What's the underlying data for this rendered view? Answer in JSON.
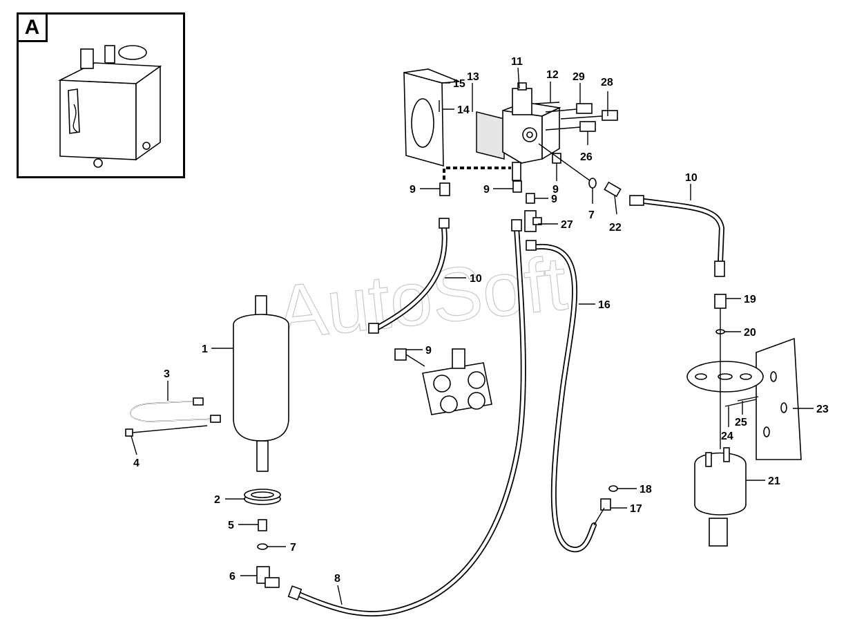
{
  "inset": {
    "label": "A"
  },
  "watermark": "AutoSoft",
  "callouts": [
    {
      "id": "c1",
      "text": "1"
    },
    {
      "id": "c2",
      "text": "2"
    },
    {
      "id": "c3",
      "text": "3"
    },
    {
      "id": "c4",
      "text": "4"
    },
    {
      "id": "c5",
      "text": "5"
    },
    {
      "id": "c6",
      "text": "6"
    },
    {
      "id": "c7a",
      "text": "7"
    },
    {
      "id": "c7b",
      "text": "7"
    },
    {
      "id": "c8",
      "text": "8"
    },
    {
      "id": "c9a",
      "text": "9"
    },
    {
      "id": "c9b",
      "text": "9"
    },
    {
      "id": "c9c",
      "text": "9"
    },
    {
      "id": "c9d",
      "text": "9"
    },
    {
      "id": "c9e",
      "text": "9"
    },
    {
      "id": "c10a",
      "text": "10"
    },
    {
      "id": "c10b",
      "text": "10"
    },
    {
      "id": "c11",
      "text": "11"
    },
    {
      "id": "c12",
      "text": "12"
    },
    {
      "id": "c13",
      "text": "13"
    },
    {
      "id": "c14",
      "text": "14"
    },
    {
      "id": "c15",
      "text": "15"
    },
    {
      "id": "c16",
      "text": "16"
    },
    {
      "id": "c17",
      "text": "17"
    },
    {
      "id": "c18",
      "text": "18"
    },
    {
      "id": "c19",
      "text": "19"
    },
    {
      "id": "c20",
      "text": "20"
    },
    {
      "id": "c21",
      "text": "21"
    },
    {
      "id": "c22",
      "text": "22"
    },
    {
      "id": "c23",
      "text": "23"
    },
    {
      "id": "c24",
      "text": "24"
    },
    {
      "id": "c25",
      "text": "25"
    },
    {
      "id": "c26",
      "text": "26"
    },
    {
      "id": "c27",
      "text": "27"
    },
    {
      "id": "c28",
      "text": "28"
    },
    {
      "id": "c29",
      "text": "29"
    }
  ]
}
